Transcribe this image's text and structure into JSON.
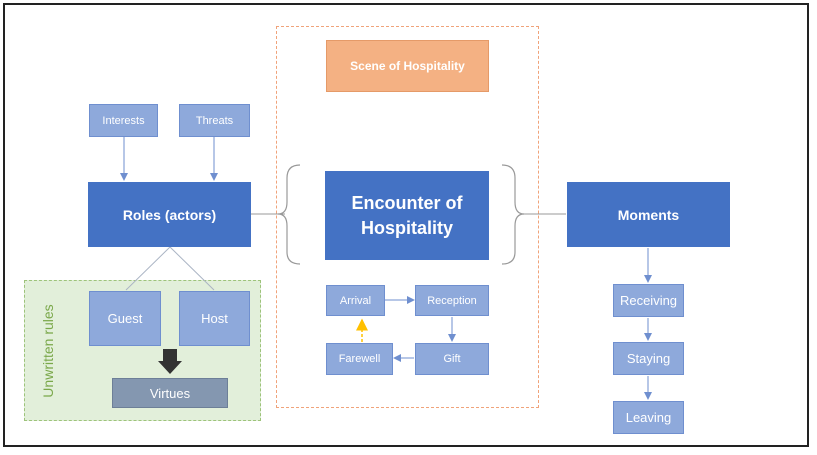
{
  "scene": "Scene of Hospitality",
  "encounter": "Encounter of Hospitality",
  "roles": "Roles (actors)",
  "interests": "Interests",
  "threats": "Threats",
  "guest": "Guest",
  "host": "Host",
  "virtues": "Virtues",
  "unwritten_rules": "Unwritten rules",
  "moments": "Moments",
  "cycle": {
    "arrival": "Arrival",
    "reception": "Reception",
    "gift": "Gift",
    "farewell": "Farewell"
  },
  "moments_steps": [
    "Receiving",
    "Staying",
    "Leaving"
  ],
  "colors": {
    "dark_blue": "#4472c4",
    "light_blue": "#8ea9db",
    "orange": "#f4b183",
    "grey": "#8497b0",
    "green_region": "#e2efda",
    "dashed_orange": "#f4b183"
  }
}
